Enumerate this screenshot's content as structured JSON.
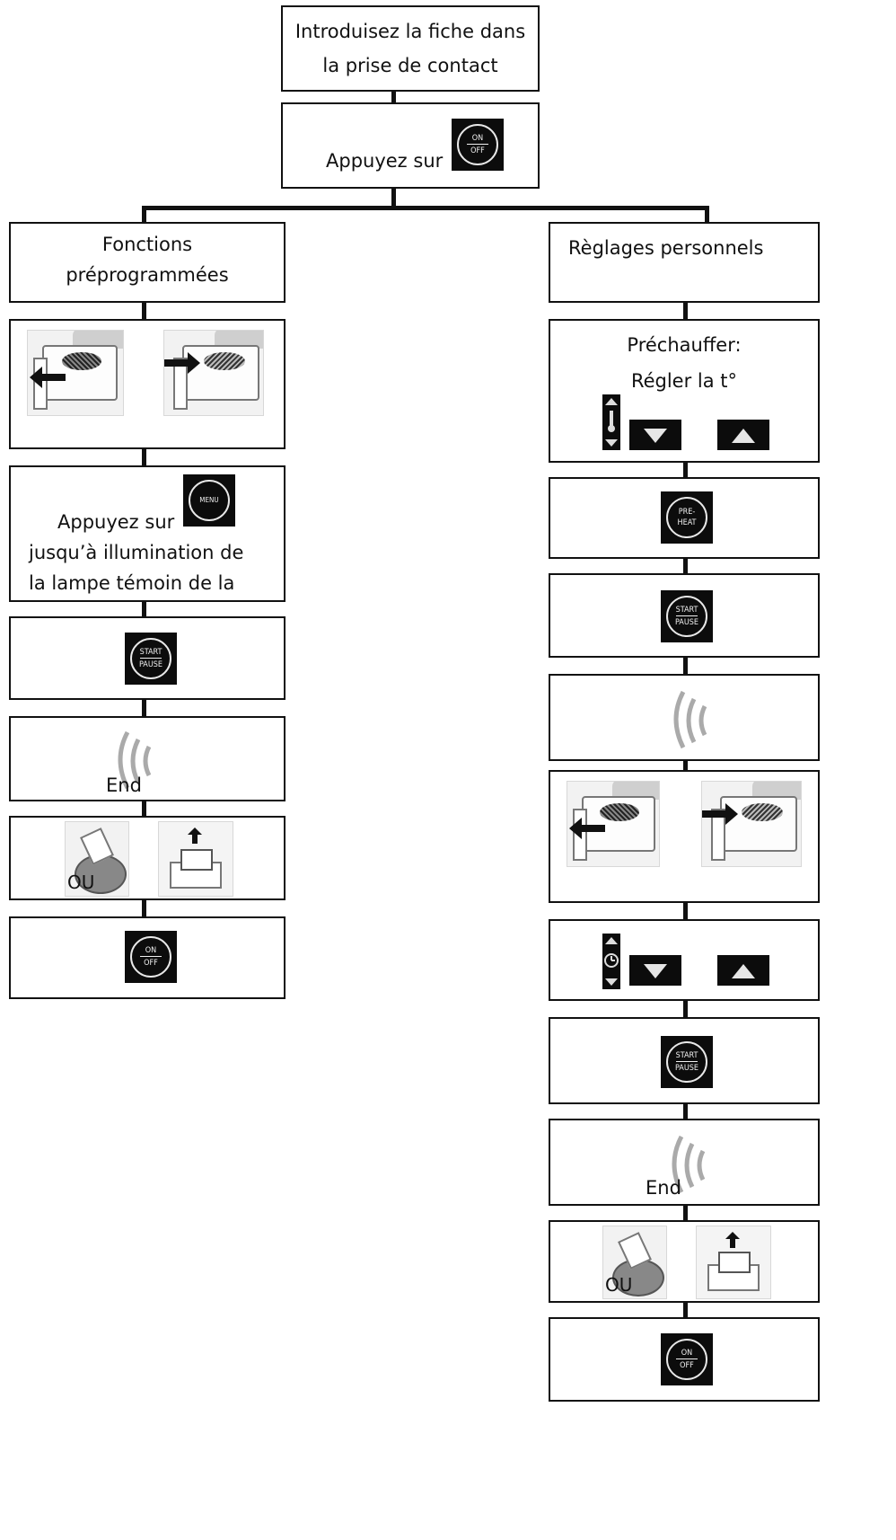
{
  "steps": {
    "plug": {
      "line1": "Introduisez la fiche dans",
      "line2": "la prise de contact"
    },
    "press_on": {
      "text": "Appuyez sur"
    },
    "left_title": {
      "line1": "Fonctions",
      "line2": "préprogrammées"
    },
    "right_title": {
      "text": "Règlages personnels"
    },
    "menu": {
      "line1": "Appuyez sur",
      "line2": "jusqu’à illumination de",
      "line3": "la lampe témoin de la"
    },
    "preheat": {
      "line1": "Préchauffer:",
      "line2": "Régler la t°"
    },
    "end_left": "End",
    "end_right": "End",
    "ou_left": "OU",
    "ou_right": "OU"
  },
  "buttons": {
    "on": "ON",
    "off": "OFF",
    "menu": "MENU",
    "start": "START",
    "pause": "PAUSE",
    "pre": "PRE-",
    "heat": "HEAT"
  },
  "icons": {
    "temperature": "thermometer-icon",
    "timer": "clock-icon",
    "down": "triangle-down-icon",
    "up": "triangle-up-icon",
    "heat_waves": "heat-waves-icon",
    "basket": "fryer-basket-icon"
  },
  "colors": {
    "ink": "#111111",
    "button_bg": "#0c0c0c",
    "button_text": "#f0f0f0"
  }
}
